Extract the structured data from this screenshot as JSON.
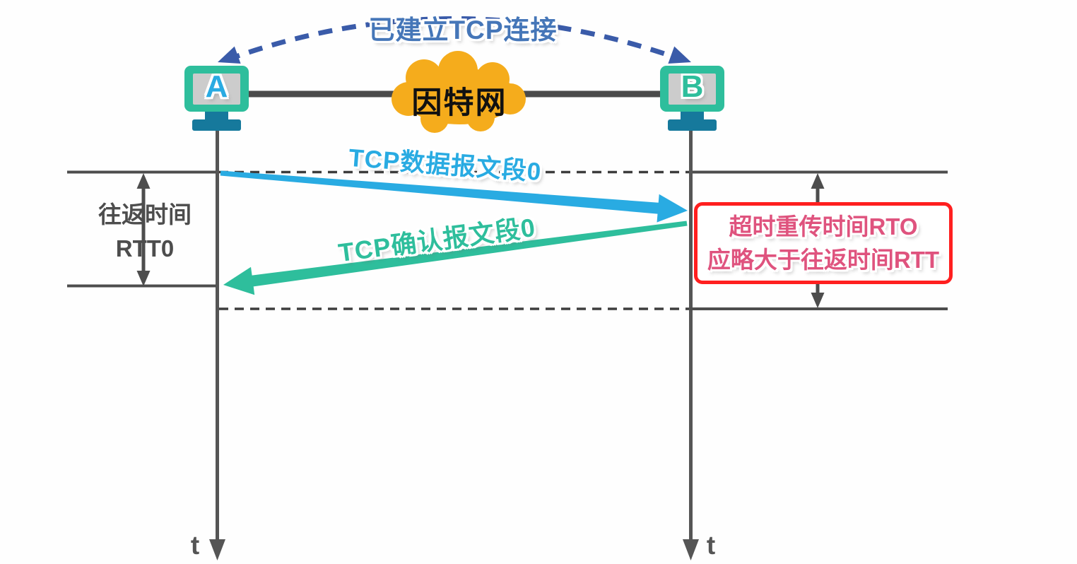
{
  "title": {
    "connection_label": "已建立TCP连接"
  },
  "network": {
    "internet_label": "因特网"
  },
  "hosts": {
    "a": "A",
    "b": "B"
  },
  "messages": {
    "data_segment": "TCP数据报文段0",
    "ack_segment": "TCP确认报文段0"
  },
  "rtt_measure": {
    "line1": "往返时间",
    "line2": "RTT0"
  },
  "rto_note": {
    "line1": "超时重传时间RTO",
    "line2": "应略大于往返时间RTT"
  },
  "time_axis": {
    "a_label": "t",
    "b_label": "t"
  },
  "colors": {
    "connection_arc_blue": "#3a5ba9",
    "title_text_blue": "#4576b8",
    "data_arrow_blue": "#29abe2",
    "ack_arrow_green": "#2ebe9c",
    "cloud_orange": "#f5ac1c",
    "monitor_frame_green": "#2ebe9c",
    "monitor_screen_gray": "#cccccc",
    "monitor_stand_teal": "#16799c",
    "line_gray": "#4d4d4d",
    "rto_box_border_red": "#ff1f1f",
    "rto_text_pink": "#df537e"
  }
}
